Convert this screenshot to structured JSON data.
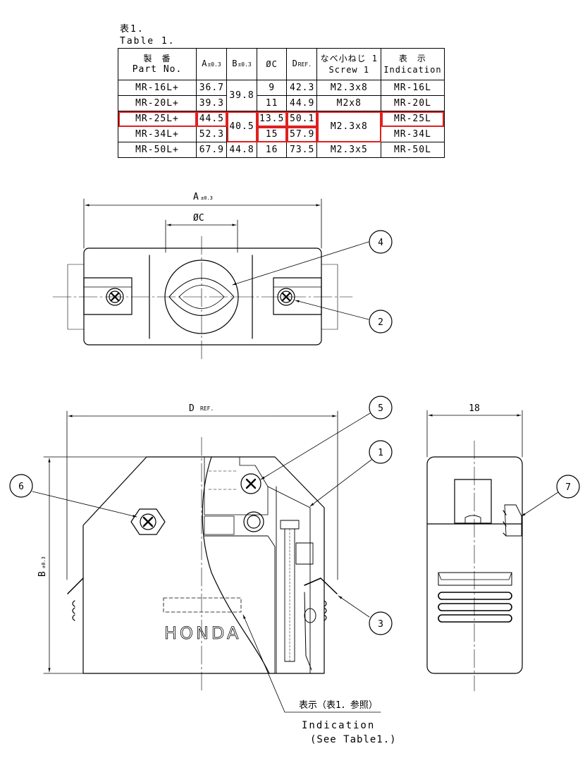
{
  "caption": {
    "jp": "表1.",
    "en": "Table 1."
  },
  "table": {
    "headers": [
      {
        "main": "製　番",
        "second": "Part No."
      },
      {
        "main": "A",
        "sub": "±0.3"
      },
      {
        "main": "B",
        "sub": "±0.3"
      },
      {
        "main": "ØC"
      },
      {
        "main": "D",
        "sub": "REF."
      },
      {
        "main": "なべ小ねじ 1",
        "second": "Screw 1"
      },
      {
        "main": "表　示",
        "second": "Indication"
      }
    ],
    "rows": [
      {
        "part": "MR-16L+",
        "a": "36.7",
        "b": "39.8",
        "c": "9",
        "d": "42.3",
        "screw": "M2.3x8",
        "ind": "MR-16L"
      },
      {
        "part": "MR-20L+",
        "a": "39.3",
        "c": "11",
        "d": "44.9",
        "screw": "M2x8",
        "ind": "MR-20L"
      },
      {
        "part": "MR-25L+",
        "a": "44.5",
        "b": "40.5",
        "c": "13.5",
        "d": "50.1",
        "screw": "M2.3x8",
        "ind": "MR-25L"
      },
      {
        "part": "MR-34L+",
        "a": "52.3",
        "c": "15",
        "d": "57.9",
        "ind": "MR-34L"
      },
      {
        "part": "MR-50L+",
        "a": "67.9",
        "b": "44.8",
        "c": "16",
        "d": "73.5",
        "screw": "M2.3x5",
        "ind": "MR-50L"
      }
    ]
  },
  "highlight_color": "#e02020",
  "top_view": {
    "dim_a": "A",
    "dim_a_tol": "±0.3",
    "dim_c": "ØC",
    "balloons": [
      "4",
      "2"
    ]
  },
  "front_view": {
    "dim_d": "D",
    "dim_d_sub": "REF.",
    "dim_b": "B",
    "dim_b_tol": "±0.3",
    "brand": "HONDA",
    "balloons": [
      "6",
      "5",
      "1",
      "3"
    ]
  },
  "side_view": {
    "dim_width": "18",
    "balloons": [
      "7"
    ]
  },
  "indication_note": {
    "jp": "表示（表1．参照）",
    "en_line1": "Indication",
    "en_line2": "(See Table1.)"
  }
}
